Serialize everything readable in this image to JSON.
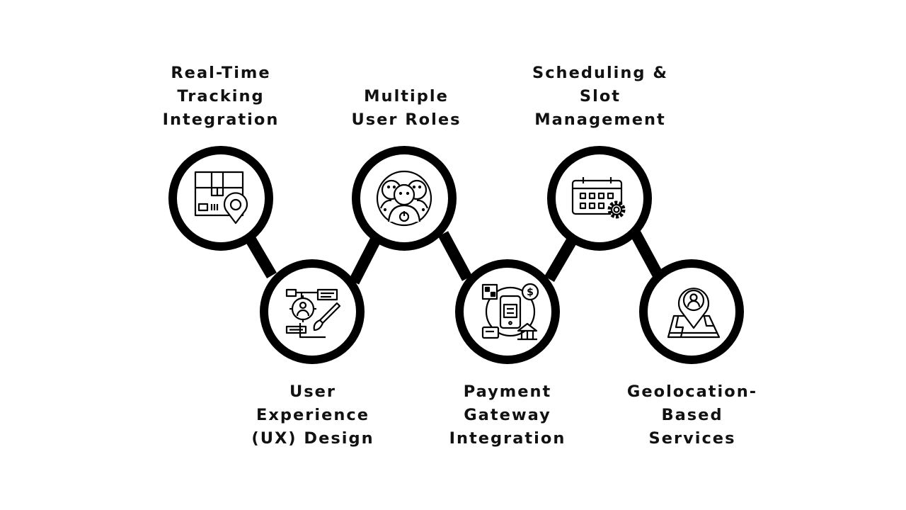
{
  "diagram": {
    "colors": {
      "stroke": "#000000",
      "circle_fill": "#ffffff",
      "text": "#111111"
    },
    "steps": [
      {
        "icon": "package-location-icon",
        "label_lines": [
          "Real-Time",
          "Tracking",
          "Integration"
        ]
      },
      {
        "icon": "ux-design-icon",
        "label_lines": [
          "User",
          "Experience",
          "(UX) Design"
        ]
      },
      {
        "icon": "user-roles-icon",
        "label_lines": [
          "Multiple",
          "User Roles"
        ]
      },
      {
        "icon": "payment-gateway-icon",
        "label_lines": [
          "Payment",
          "Gateway",
          "Integration"
        ]
      },
      {
        "icon": "calendar-settings-icon",
        "label_lines": [
          "Scheduling &",
          "Slot",
          "Management"
        ]
      },
      {
        "icon": "map-location-user-icon",
        "label_lines": [
          "Geolocation-",
          "Based",
          "Services"
        ]
      }
    ]
  }
}
